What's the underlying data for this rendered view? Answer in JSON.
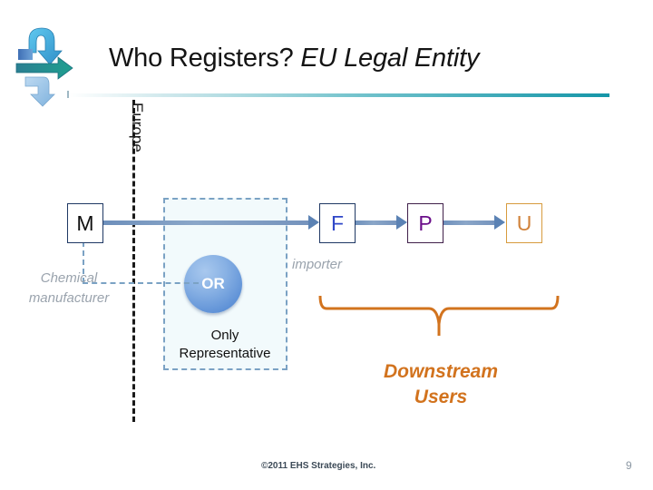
{
  "slide": {
    "title_plain": "Who Registers? ",
    "title_italic": "EU Legal Entity",
    "logo_name": "recycling-arrows-logo"
  },
  "diagram": {
    "region_divider_label": "Europe",
    "nodes": [
      {
        "id": "m",
        "label": "M",
        "caption": "Chemical manufacturer",
        "color": "#101010",
        "border": "#1f3864"
      },
      {
        "id": "f",
        "label": "F",
        "caption": "importer",
        "color": "#2f47c8",
        "border": "#1f3864"
      },
      {
        "id": "p",
        "label": "P",
        "caption": "",
        "color": "#6b0f8a",
        "border": "#40204a"
      },
      {
        "id": "u",
        "label": "U",
        "caption": "",
        "color": "#d1823a",
        "border": "#d79b3e"
      }
    ],
    "only_representative": {
      "circle_label": "OR",
      "caption_line1": "Only",
      "caption_line2": "Representative",
      "region_fill": "#f2fafc",
      "region_border": "#7ba2c4"
    },
    "brace_group": {
      "label_line1": "Downstream",
      "label_line2": "Users",
      "color": "#d2731e"
    },
    "arrow_color": "#5b82b4",
    "accent_rule_color": "#1596a8"
  },
  "footer": {
    "copyright": "©2011 EHS Strategies, Inc.",
    "page_number": "9"
  }
}
